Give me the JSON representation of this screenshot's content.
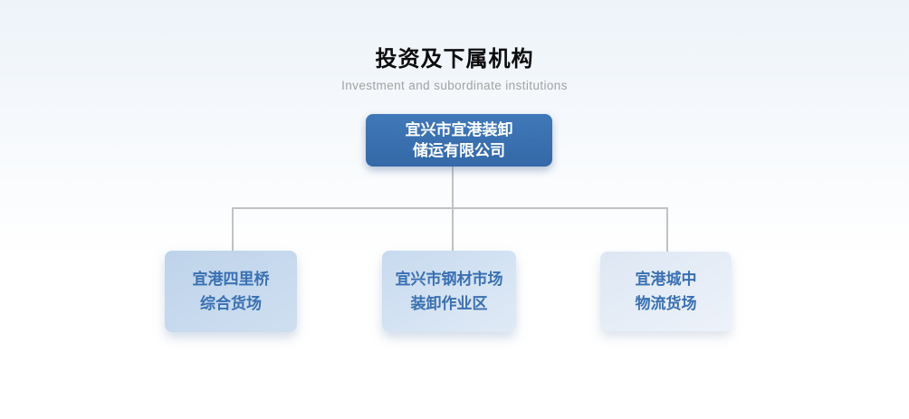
{
  "header": {
    "title": "投资及下属机构",
    "subtitle": "Investment and subordinate institutions"
  },
  "org_chart": {
    "root": {
      "line1": "宜兴市宜港装卸",
      "line2": "储运有限公司"
    },
    "children": [
      {
        "line1": "宜港四里桥",
        "line2": "综合货场"
      },
      {
        "line1": "宜兴市钢材市场",
        "line2": "装卸作业区"
      },
      {
        "line1": "宜港城中",
        "line2": "物流货场"
      }
    ],
    "colors": {
      "root_bg": "#3a73b4",
      "root_text": "#ffffff",
      "child_bg_left": "#c4d6ec",
      "child_bg_middle": "#cfdff1",
      "child_bg_right": "#e2eaf5",
      "child_text": "#3a70b2",
      "connector": "#c2c2c2",
      "title_text": "#0d0d0d",
      "subtitle_text": "#a2a2a2",
      "page_bg_top": "#edf3f9",
      "page_bg_bottom": "#ffffff"
    }
  }
}
